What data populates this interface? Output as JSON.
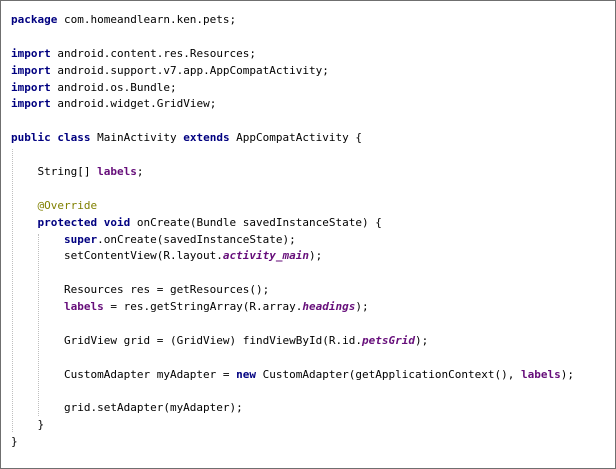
{
  "code_lines": [
    [
      {
        "t": "package",
        "c": "kw"
      },
      {
        "t": " com.homeandlearn.ken.pets;"
      }
    ],
    [],
    [
      {
        "t": "import",
        "c": "kw"
      },
      {
        "t": " android.content.res.Resources;"
      }
    ],
    [
      {
        "t": "import",
        "c": "kw"
      },
      {
        "t": " android.support.v7.app.AppCompatActivity;"
      }
    ],
    [
      {
        "t": "import",
        "c": "kw"
      },
      {
        "t": " android.os.Bundle;"
      }
    ],
    [
      {
        "t": "import",
        "c": "kw"
      },
      {
        "t": " android.widget.GridView;"
      }
    ],
    [],
    [
      {
        "t": "public class",
        "c": "kw"
      },
      {
        "t": " MainActivity "
      },
      {
        "t": "extends",
        "c": "kw"
      },
      {
        "t": " AppCompatActivity {"
      }
    ],
    [],
    [
      {
        "t": "    String[] "
      },
      {
        "t": "labels",
        "c": "fld"
      },
      {
        "t": ";"
      }
    ],
    [],
    [
      {
        "t": "    "
      },
      {
        "t": "@Override",
        "c": "ann"
      }
    ],
    [
      {
        "t": "    "
      },
      {
        "t": "protected void",
        "c": "kw"
      },
      {
        "t": " onCreate(Bundle savedInstanceState) {"
      }
    ],
    [
      {
        "t": "        "
      },
      {
        "t": "super",
        "c": "kw"
      },
      {
        "t": ".onCreate(savedInstanceState);"
      }
    ],
    [
      {
        "t": "        setContentView(R.layout."
      },
      {
        "t": "activity_main",
        "c": "fldi"
      },
      {
        "t": ");"
      }
    ],
    [],
    [
      {
        "t": "        Resources res = getResources();"
      }
    ],
    [
      {
        "t": "        "
      },
      {
        "t": "labels",
        "c": "fld"
      },
      {
        "t": " = res.getStringArray(R.array."
      },
      {
        "t": "headings",
        "c": "fldi"
      },
      {
        "t": ");"
      }
    ],
    [],
    [
      {
        "t": "        GridView grid = (GridView) findViewById(R.id."
      },
      {
        "t": "petsGrid",
        "c": "fldi"
      },
      {
        "t": ");"
      }
    ],
    [],
    [
      {
        "t": "        CustomAdapter myAdapter = "
      },
      {
        "t": "new",
        "c": "kw"
      },
      {
        "t": " CustomAdapter(getApplicationContext(), "
      },
      {
        "t": "labels",
        "c": "fld"
      },
      {
        "t": ");"
      }
    ],
    [],
    [
      {
        "t": "        grid.setAdapter(myAdapter);"
      }
    ],
    [
      {
        "t": "    }"
      }
    ],
    [
      {
        "t": "}"
      }
    ]
  ]
}
